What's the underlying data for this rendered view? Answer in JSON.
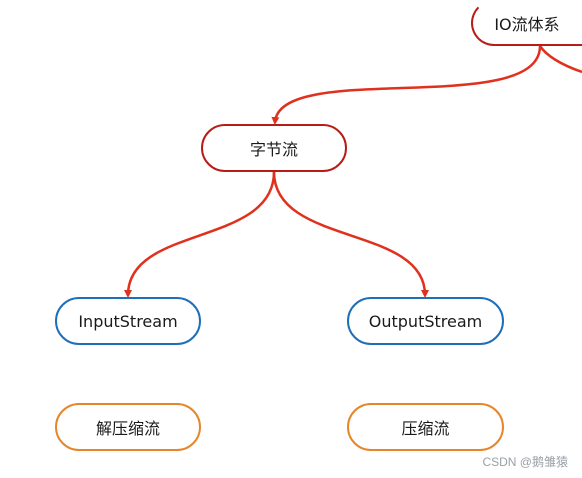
{
  "colors": {
    "edge": "#e0301e",
    "red_border": "#b81c17",
    "blue_border": "#1f6fb8",
    "orange_border": "#e6862b"
  },
  "nodes": {
    "root": "IO流体系",
    "bytes": "字节流",
    "input": "InputStream",
    "output": "OutputStream",
    "unzip": "解压缩流",
    "zip": "压缩流"
  },
  "edges": [
    {
      "from": "root",
      "to": "bytes"
    },
    {
      "from": "bytes",
      "to": "input"
    },
    {
      "from": "bytes",
      "to": "output"
    }
  ],
  "watermark": "CSDN @鹅雏猿"
}
